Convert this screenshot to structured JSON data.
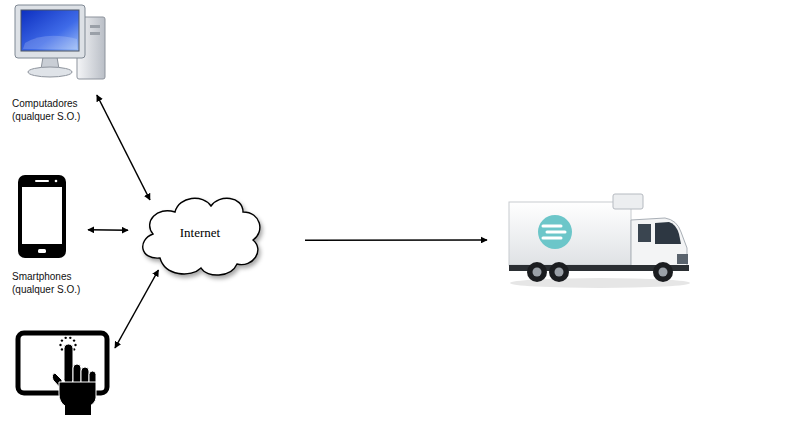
{
  "diagram": {
    "nodes": [
      {
        "text": [
          "Computadores (qualquer S.O.)"
        ]
      },
      {
        "text": [
          "Smartphones (qualquer S.O.)"
        ]
      },
      {
        "text": []
      },
      {
        "text": [
          "Internet"
        ]
      },
      {
        "text": []
      }
    ],
    "edges": [
      {
        "from": 0,
        "to": 3,
        "arrow": "both"
      },
      {
        "from": 1,
        "to": 3,
        "arrow": "both"
      },
      {
        "from": 2,
        "to": 3,
        "arrow": "both"
      },
      {
        "from": 3,
        "to": 4,
        "arrow": "to"
      }
    ]
  }
}
